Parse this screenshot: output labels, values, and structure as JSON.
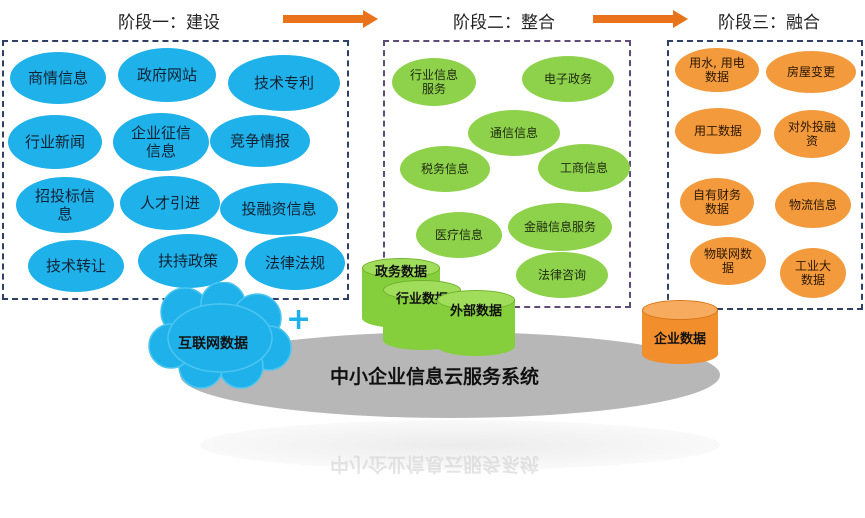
{
  "stages": {
    "stage1": "阶段一：建设",
    "stage2": "阶段二：整合",
    "stage3": "阶段三：融合"
  },
  "panel1_items": [
    "商情信息",
    "政府网站",
    "技术专利",
    "行业新闻",
    "企业征信信息",
    "竞争情报",
    "招投标信息",
    "人才引进",
    "投融资信息",
    "技术转让",
    "扶持政策",
    "法律法规"
  ],
  "panel2_items": [
    "行业信息服务",
    "电子政务",
    "通信信息",
    "税务信息",
    "工商信息",
    "医疗信息",
    "金融信息服务",
    "法律咨询"
  ],
  "panel3_items": [
    "用水, 用电数据",
    "房屋变更",
    "用工数据",
    "对外投融资",
    "自有财务数据",
    "物流信息",
    "物联网数据",
    "工业大数据"
  ],
  "databases": {
    "gov": "政务数据",
    "industry": "行业数据",
    "external": "外部数据",
    "enterprise": "企业数据"
  },
  "cloud": "互联网数据",
  "plus": "+",
  "platform": "中小企业信息云服务系统",
  "colors": {
    "blue": "#1fb1ea",
    "green": "#8ed14a",
    "orange": "#f39a3d",
    "arrow": "#e8731a",
    "platform": "#b7b7b7"
  }
}
